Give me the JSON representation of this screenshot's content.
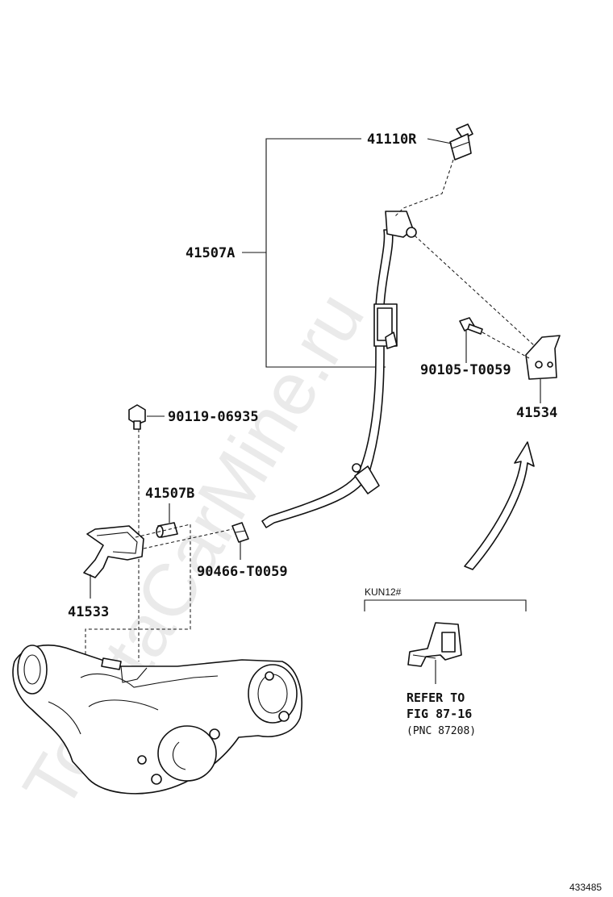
{
  "watermark": "ToyotaCarMine.ru",
  "labels": {
    "p41110R": "41110R",
    "p41507A": "41507A",
    "p90105": "90105-T0059",
    "p41534": "41534",
    "p90119": "90119-06935",
    "p41507B": "41507B",
    "p90466": "90466-T0059",
    "p41533": "41533",
    "variant": "KUN12#",
    "refer_line1": "REFER TO",
    "refer_line2": "FIG 87-16",
    "refer_line3": "(PNC 87208)",
    "figure_number": "433485"
  }
}
